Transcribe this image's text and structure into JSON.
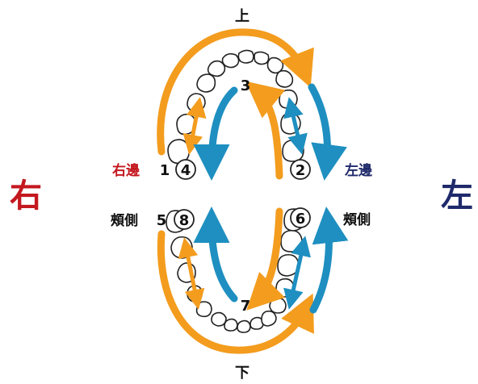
{
  "labels": {
    "top": "上",
    "bottom": "下",
    "right_side": "右",
    "left_side": "左",
    "right_edge": "右邊",
    "left_edge": "左邊",
    "cheek_right": "頰側",
    "cheek_left": "頰側"
  },
  "numbers": {
    "n1": "1",
    "n2": "2",
    "n3": "3",
    "n4": "4",
    "n5": "5",
    "n6": "6",
    "n7": "7",
    "n8": "8"
  },
  "colors": {
    "orange": "#f39c1e",
    "blue": "#1e8fc0",
    "red_text": "#c4181f",
    "navy_text": "#1f2a6b",
    "black": "#111111",
    "tooth_fill": "#ffffff",
    "tooth_stroke": "#222222"
  }
}
